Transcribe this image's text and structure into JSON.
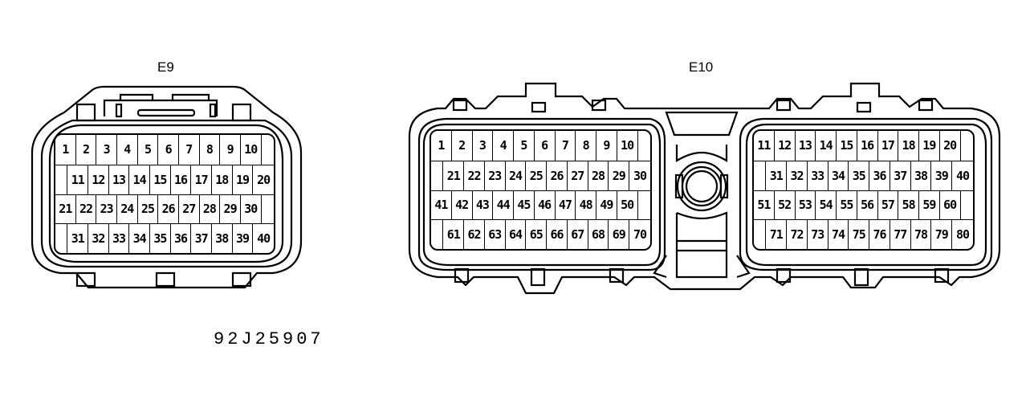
{
  "connectors": [
    {
      "id": "E9",
      "label": "E9",
      "rows": [
        {
          "offset": "none",
          "pins": [
            "1",
            "2",
            "3",
            "4",
            "5",
            "6",
            "7",
            "8",
            "9",
            "10"
          ]
        },
        {
          "offset": "half",
          "pins": [
            "11",
            "12",
            "13",
            "14",
            "15",
            "16",
            "17",
            "18",
            "19",
            "20"
          ]
        },
        {
          "offset": "none",
          "pins": [
            "21",
            "22",
            "23",
            "24",
            "25",
            "26",
            "27",
            "28",
            "29",
            "30"
          ]
        },
        {
          "offset": "half",
          "pins": [
            "31",
            "32",
            "33",
            "34",
            "35",
            "36",
            "37",
            "38",
            "39",
            "40"
          ]
        }
      ]
    },
    {
      "id": "E10",
      "label": "E10",
      "left_block": {
        "rows": [
          {
            "offset": "none",
            "pins": [
              "1",
              "2",
              "3",
              "4",
              "5",
              "6",
              "7",
              "8",
              "9",
              "10"
            ]
          },
          {
            "offset": "half",
            "pins": [
              "21",
              "22",
              "23",
              "24",
              "25",
              "26",
              "27",
              "28",
              "29",
              "30"
            ]
          },
          {
            "offset": "none",
            "pins": [
              "41",
              "42",
              "43",
              "44",
              "45",
              "46",
              "47",
              "48",
              "49",
              "50"
            ]
          },
          {
            "offset": "half",
            "pins": [
              "61",
              "62",
              "63",
              "64",
              "65",
              "66",
              "67",
              "68",
              "69",
              "70"
            ]
          }
        ]
      },
      "right_block": {
        "rows": [
          {
            "offset": "none",
            "pins": [
              "11",
              "12",
              "13",
              "14",
              "15",
              "16",
              "17",
              "18",
              "19",
              "20"
            ]
          },
          {
            "offset": "half",
            "pins": [
              "31",
              "32",
              "33",
              "34",
              "35",
              "36",
              "37",
              "38",
              "39",
              "40"
            ]
          },
          {
            "offset": "none",
            "pins": [
              "51",
              "52",
              "53",
              "54",
              "55",
              "56",
              "57",
              "58",
              "59",
              "60"
            ]
          },
          {
            "offset": "half",
            "pins": [
              "71",
              "72",
              "73",
              "74",
              "75",
              "76",
              "77",
              "78",
              "79",
              "80"
            ]
          }
        ]
      }
    }
  ],
  "caption": "92J25907"
}
